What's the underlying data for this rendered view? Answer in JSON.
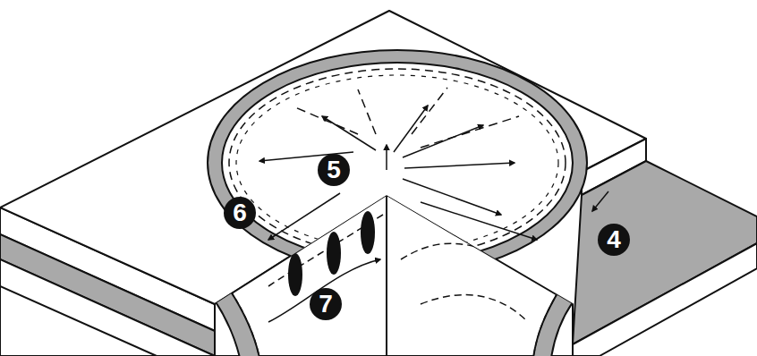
{
  "diagram": {
    "labels": [
      "5",
      "6",
      "4",
      "7"
    ]
  }
}
